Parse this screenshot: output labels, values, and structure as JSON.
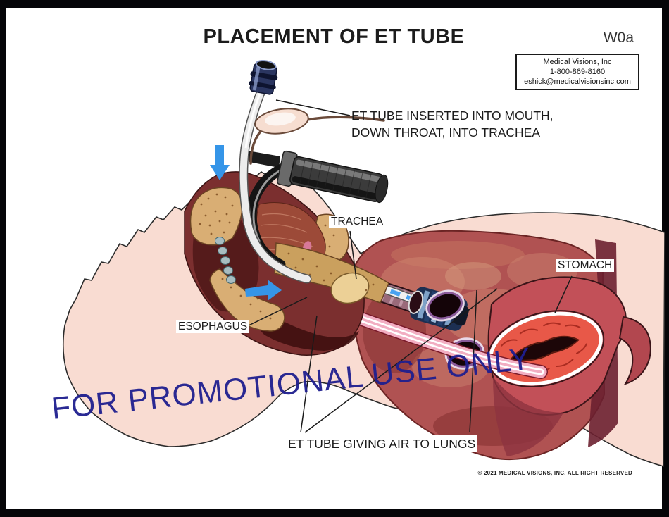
{
  "header": {
    "title": "PLACEMENT OF ET TUBE",
    "code": "W0a"
  },
  "contact_box": {
    "company": "Medical Visions, Inc",
    "phone": "1-800-869-8160",
    "email": "eshick@medicalvisionsinc.com"
  },
  "labels": {
    "et_tube_insertion_line1": "ET TUBE INSERTED INTO MOUTH,",
    "et_tube_insertion_line2": "DOWN THROAT, INTO TRACHEA",
    "trachea": "TRACHEA",
    "stomach": "STOMACH",
    "esophagus": "ESOPHAGUS",
    "et_tube_lungs": "ET TUBE GIVING AIR TO LUNGS"
  },
  "watermark": {
    "text": "FOR PROMOTIONAL USE ONLY",
    "color": "#1f1f8f"
  },
  "footer": {
    "copyright": "© 2021 MEDICAL VISIONS, INC. ALL RIGHT RESERVED"
  },
  "illustration": {
    "description": "Sagittal medical illustration of endotracheal tube placement: laryngoscope in mouth, ET tube through trachea into lungs, esophagus leading to cut-open stomach",
    "colors": {
      "skin_pink": "#f9dcd2",
      "tissue_dark_red": "#7b2f2f",
      "lung_red": "#b05252",
      "stomach_red": "#c25058",
      "bone_tan": "#d9ae74",
      "tube_white": "#ececec",
      "tube_accent_blue": "#4aa2f0",
      "connector_navy": "#2a3560",
      "scope_gray": "#3b3b3b",
      "arrow_blue": "#3595e8",
      "watermark_navy": "#1f1f8f"
    }
  }
}
